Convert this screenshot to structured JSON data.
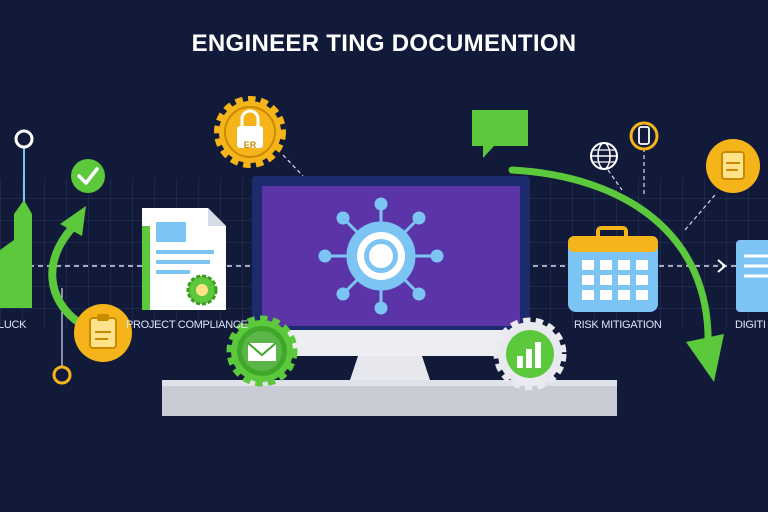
{
  "title": "ENGINEER TING DOCUMENTION",
  "labels": {
    "left": "LUCK",
    "project": "PROJECT COMPLIANCE",
    "risk": "RISK MITIGATION",
    "digital": "DIGITI"
  },
  "badge_text": "ER",
  "icons": {
    "lock_gear": "lock-gear-icon",
    "check": "check-circle-icon",
    "chat": "chat-bubble-icon",
    "globe": "globe-icon",
    "phone": "phone-pin-icon",
    "clipboard": "clipboard-icon",
    "shield": "shield-badge-icon",
    "document": "document-icon",
    "network": "network-hub-icon",
    "calendar": "calendar-icon",
    "bar_chart_gear": "bar-chart-gear-icon",
    "envelope_gear": "envelope-gear-icon",
    "monitor": "computer-monitor"
  },
  "colors": {
    "background": "#121a3a",
    "accent_green": "#5cc83c",
    "accent_yellow": "#f4b41a",
    "accent_blue": "#7cc4f4",
    "screen_purple": "#5b35a8",
    "grid": "#2a3560"
  }
}
